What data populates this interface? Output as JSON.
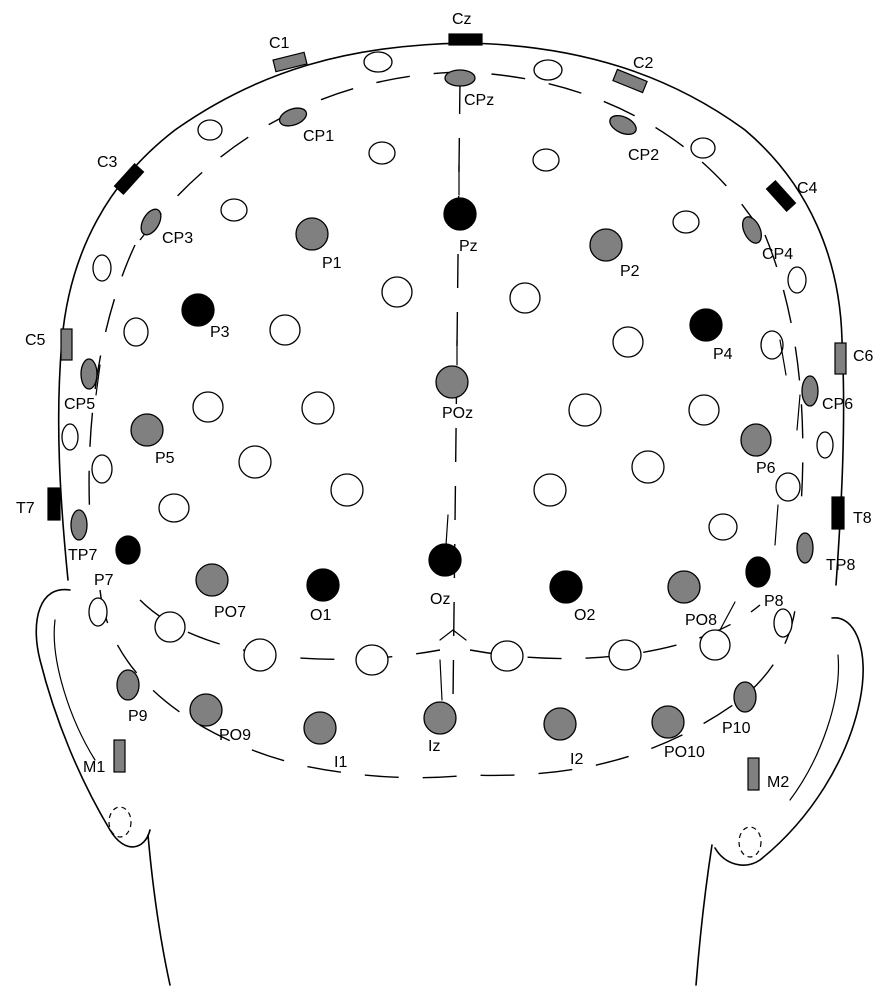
{
  "colors": {
    "outline": "#000000",
    "filled_electrode": "#000000",
    "gray_electrode": "#808080",
    "empty_electrode": "#ffffff",
    "reference_pad_gray": "#808080",
    "reference_pad_black": "#000000"
  },
  "labels": {
    "Cz": "Cz",
    "C1": "C1",
    "C2": "C2",
    "C3": "C3",
    "C4": "C4",
    "C5": "C5",
    "C6": "C6",
    "T7": "T7",
    "T8": "T8",
    "M1": "M1",
    "M2": "M2",
    "CPz": "CPz",
    "CP1": "CP1",
    "CP2": "CP2",
    "CP3": "CP3",
    "CP4": "CP4",
    "CP5": "CP5",
    "CP6": "CP6",
    "TP7": "TP7",
    "TP8": "TP8",
    "Pz": "Pz",
    "P1": "P1",
    "P2": "P2",
    "P3": "P3",
    "P4": "P4",
    "P5": "P5",
    "P6": "P6",
    "P7": "P7",
    "P8": "P8",
    "P9": "P9",
    "P10": "P10",
    "POz": "POz",
    "PO7": "PO7",
    "PO8": "PO8",
    "PO9": "PO9",
    "PO10": "PO10",
    "Oz": "Oz",
    "O1": "O1",
    "O2": "O2",
    "Iz": "Iz",
    "I1": "I1",
    "I2": "I2"
  },
  "electrodes": [
    {
      "id": "CPz",
      "fill": "gray"
    },
    {
      "id": "CP1",
      "fill": "gray"
    },
    {
      "id": "CP2",
      "fill": "gray"
    },
    {
      "id": "CP3",
      "fill": "gray"
    },
    {
      "id": "CP4",
      "fill": "gray"
    },
    {
      "id": "CP5",
      "fill": "gray"
    },
    {
      "id": "CP6",
      "fill": "gray"
    },
    {
      "id": "TP7",
      "fill": "gray"
    },
    {
      "id": "TP8",
      "fill": "gray"
    },
    {
      "id": "Pz",
      "fill": "black"
    },
    {
      "id": "P1",
      "fill": "gray"
    },
    {
      "id": "P2",
      "fill": "gray"
    },
    {
      "id": "P3",
      "fill": "black"
    },
    {
      "id": "P4",
      "fill": "black"
    },
    {
      "id": "P5",
      "fill": "gray"
    },
    {
      "id": "P6",
      "fill": "gray"
    },
    {
      "id": "P7",
      "fill": "black"
    },
    {
      "id": "P8",
      "fill": "black"
    },
    {
      "id": "P9",
      "fill": "gray"
    },
    {
      "id": "P10",
      "fill": "gray"
    },
    {
      "id": "POz",
      "fill": "gray"
    },
    {
      "id": "PO7",
      "fill": "gray"
    },
    {
      "id": "PO8",
      "fill": "gray"
    },
    {
      "id": "PO9",
      "fill": "gray"
    },
    {
      "id": "PO10",
      "fill": "gray"
    },
    {
      "id": "Oz",
      "fill": "black"
    },
    {
      "id": "O1",
      "fill": "black"
    },
    {
      "id": "O2",
      "fill": "black"
    },
    {
      "id": "Iz",
      "fill": "gray"
    },
    {
      "id": "I1",
      "fill": "gray"
    },
    {
      "id": "I2",
      "fill": "gray"
    }
  ],
  "reference_pads": [
    {
      "id": "Cz",
      "fill": "black"
    },
    {
      "id": "C1",
      "fill": "gray"
    },
    {
      "id": "C2",
      "fill": "gray"
    },
    {
      "id": "C3",
      "fill": "black"
    },
    {
      "id": "C4",
      "fill": "black"
    },
    {
      "id": "C5",
      "fill": "gray"
    },
    {
      "id": "C6",
      "fill": "gray"
    },
    {
      "id": "T7",
      "fill": "black"
    },
    {
      "id": "T8",
      "fill": "black"
    },
    {
      "id": "M1",
      "fill": "gray"
    },
    {
      "id": "M2",
      "fill": "gray"
    }
  ]
}
